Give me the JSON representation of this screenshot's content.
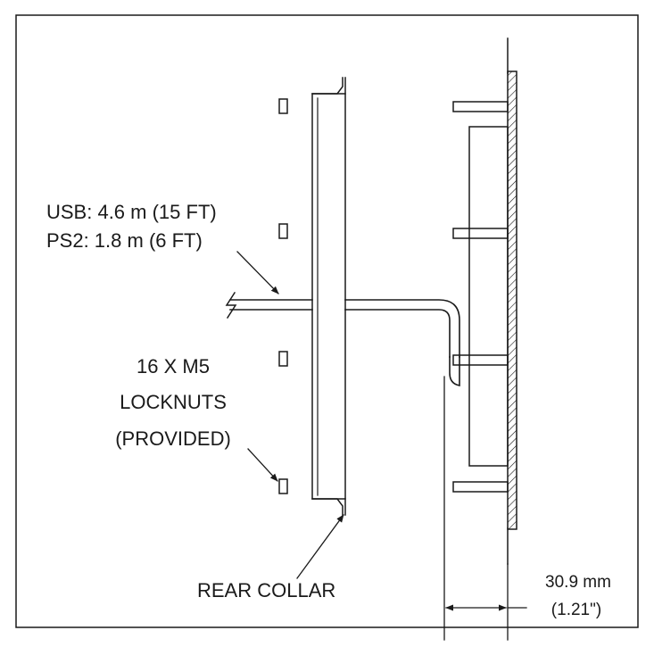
{
  "diagram": {
    "labels": {
      "cable_usb": "USB: 4.6 m (15 FT)",
      "cable_ps2": "PS2: 1.8 m (6 FT)",
      "locknuts_line1": "16 X M5",
      "locknuts_line2": "LOCKNUTS",
      "locknuts_line3": "(PROVIDED)",
      "rear_collar": "REAR COLLAR",
      "depth_mm": "30.9 mm",
      "depth_in": "(1.21\")"
    }
  },
  "colors": {
    "line": "#1a1a1a",
    "background": "#ffffff"
  }
}
